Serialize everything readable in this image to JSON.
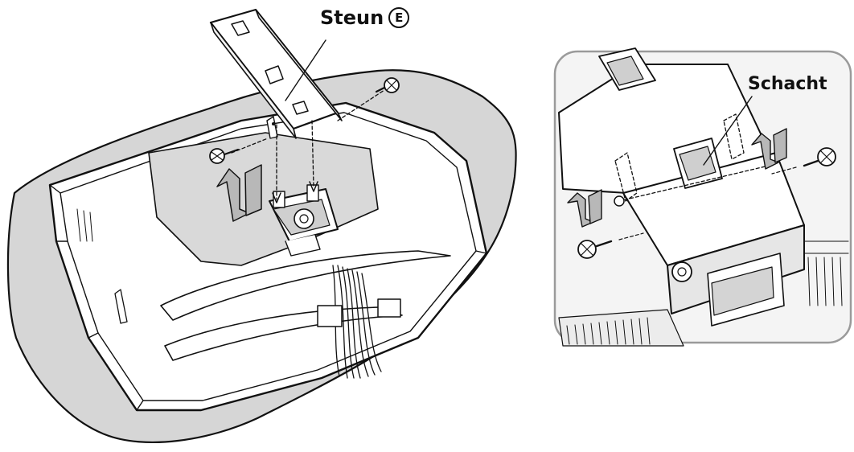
{
  "labels": {
    "steun": "Steun",
    "steun_marker": "E",
    "schacht": "Schacht"
  },
  "colors": {
    "line": "#111111",
    "cloth": "#d6d6d6",
    "panel": "#ffffff",
    "arrow_fill": "#b8b8b8",
    "inset_border": "#9a9a9a",
    "inset_bg": "#f4f4f4"
  },
  "icons": [
    "screw-icon",
    "rotate-arrow-icon",
    "down-arrow-icon"
  ]
}
